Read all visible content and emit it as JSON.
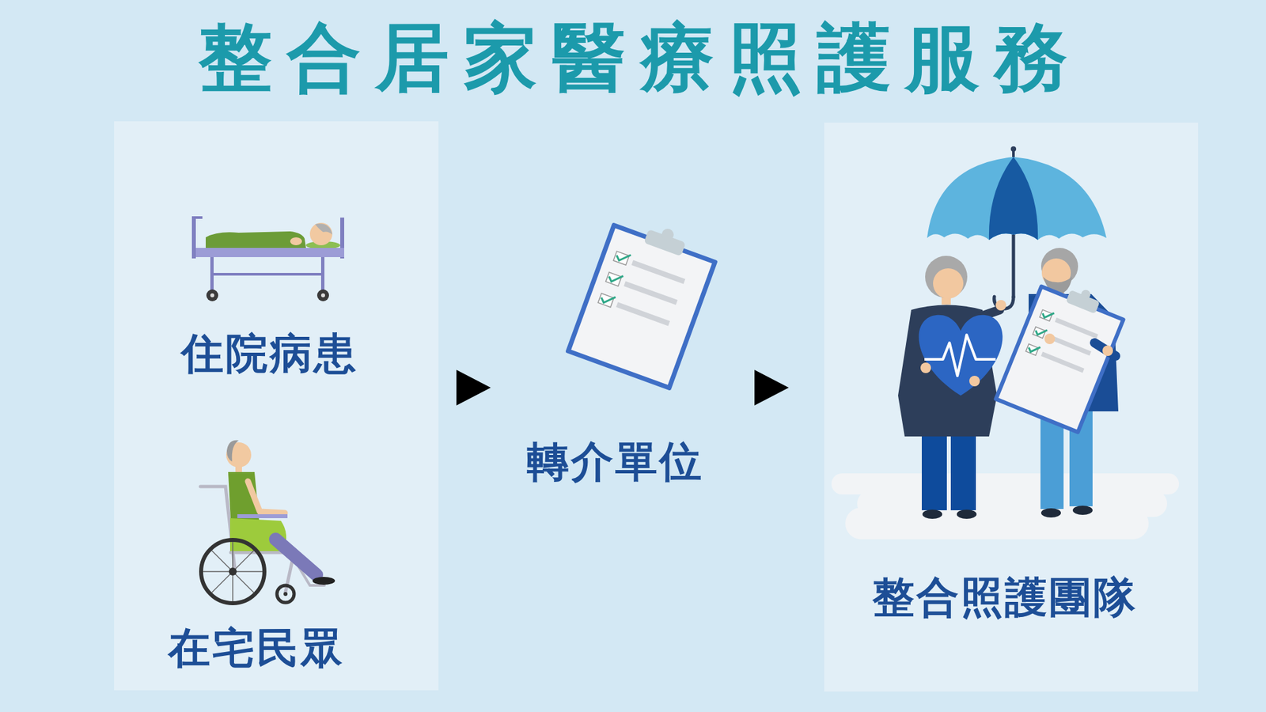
{
  "diagram": {
    "title": "整合居家醫療照護服務",
    "nodes": [
      {
        "text": [
          "住院病患",
          "在宅民眾"
        ]
      },
      {
        "text": [
          "轉介單位"
        ]
      },
      {
        "text": [
          "整合照護團隊"
        ]
      }
    ],
    "edges": [
      {
        "from": 0,
        "to": 1,
        "arrow": "to"
      },
      {
        "from": 1,
        "to": 2,
        "arrow": "to"
      }
    ]
  }
}
